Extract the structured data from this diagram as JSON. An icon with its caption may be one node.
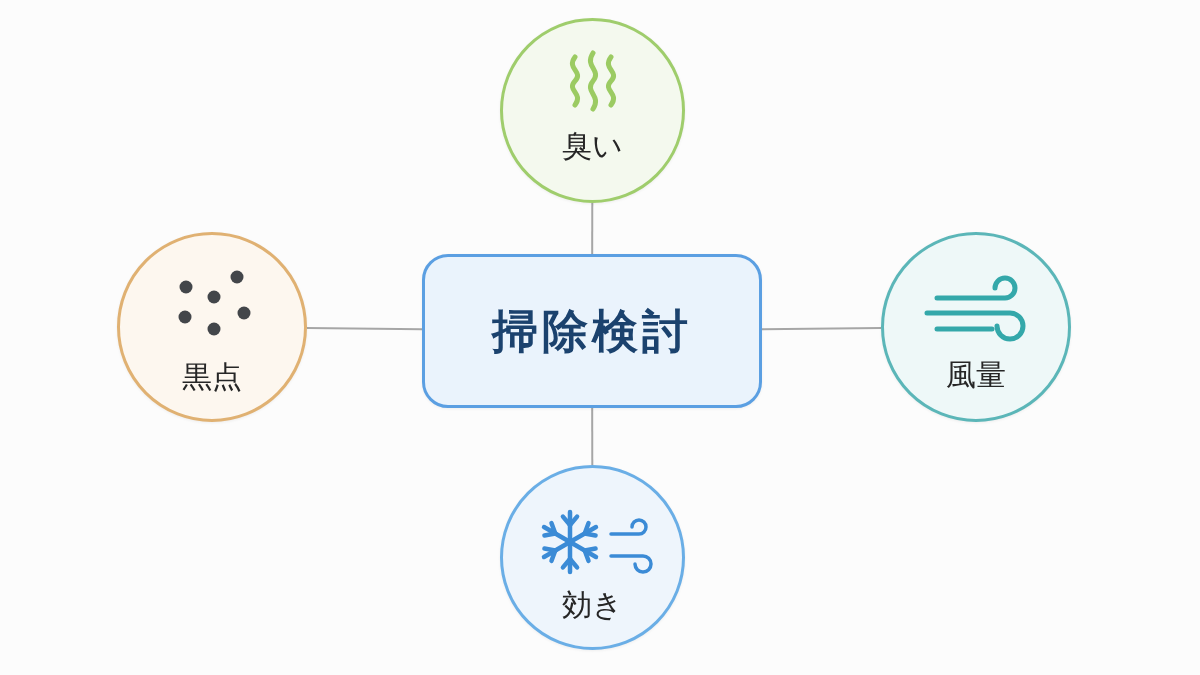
{
  "diagram": {
    "nodes": [
      {
        "text": [
          "臭い"
        ]
      },
      {
        "text": [
          "黒点"
        ]
      },
      {
        "text": [
          "掃除検討"
        ]
      },
      {
        "text": [
          "風量"
        ]
      },
      {
        "text": [
          "効き"
        ]
      }
    ],
    "edges": [
      {
        "from": 2,
        "to": 0,
        "arrow": "none"
      },
      {
        "from": 2,
        "to": 1,
        "arrow": "none"
      },
      {
        "from": 2,
        "to": 3,
        "arrow": "none"
      },
      {
        "from": 2,
        "to": 4,
        "arrow": "none"
      }
    ]
  }
}
